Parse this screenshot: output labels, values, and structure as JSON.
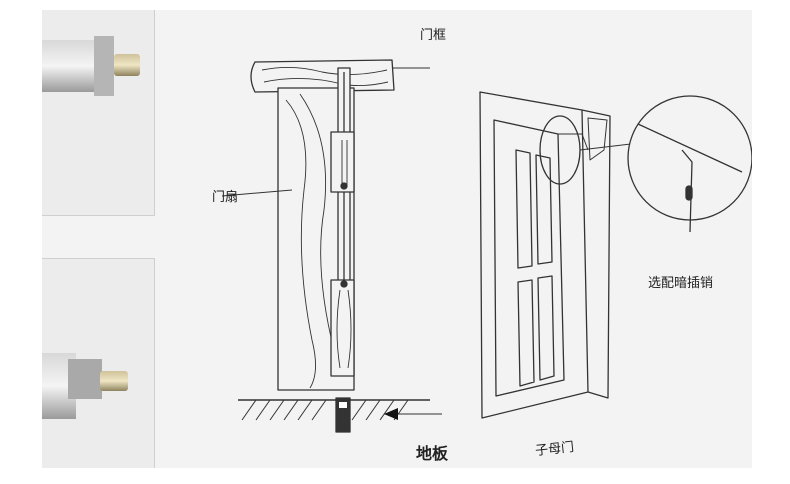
{
  "labels": {
    "door_frame": "门框",
    "door_leaf": "门扇",
    "floor": "地板",
    "mother_son_door": "子母门",
    "concealed_bolt": "选配暗插销"
  }
}
